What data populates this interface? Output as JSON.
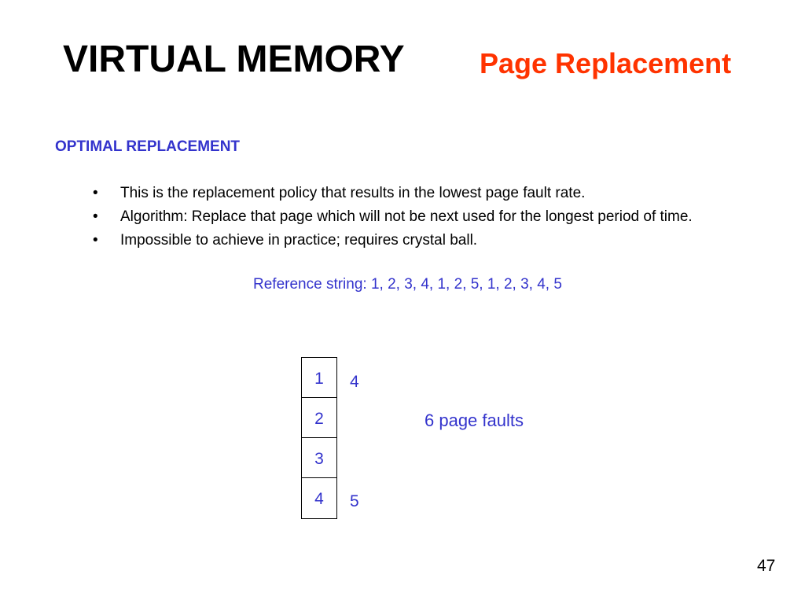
{
  "slide": {
    "title": "VIRTUAL MEMORY",
    "subtitle": "Page Replacement",
    "section_heading": "OPTIMAL REPLACEMENT",
    "bullet_char": "•",
    "bullets": [
      "This is the replacement policy that results in the lowest page fault rate.",
      "Algorithm: Replace that page which will not be next used  for the longest period of time.",
      "Impossible to achieve in practice; requires crystal ball."
    ],
    "reference_string": "Reference string: 1, 2, 3, 4, 1, 2, 5, 1, 2, 3, 4, 5",
    "frames": [
      "1",
      "2",
      "3",
      "4"
    ],
    "side_values": {
      "top": "4",
      "bottom": "5"
    },
    "faults_text": "6 page faults",
    "page_number": "47"
  },
  "colors": {
    "title": "#000000",
    "subtitle": "#ff3300",
    "accent_blue": "#3333cc"
  }
}
